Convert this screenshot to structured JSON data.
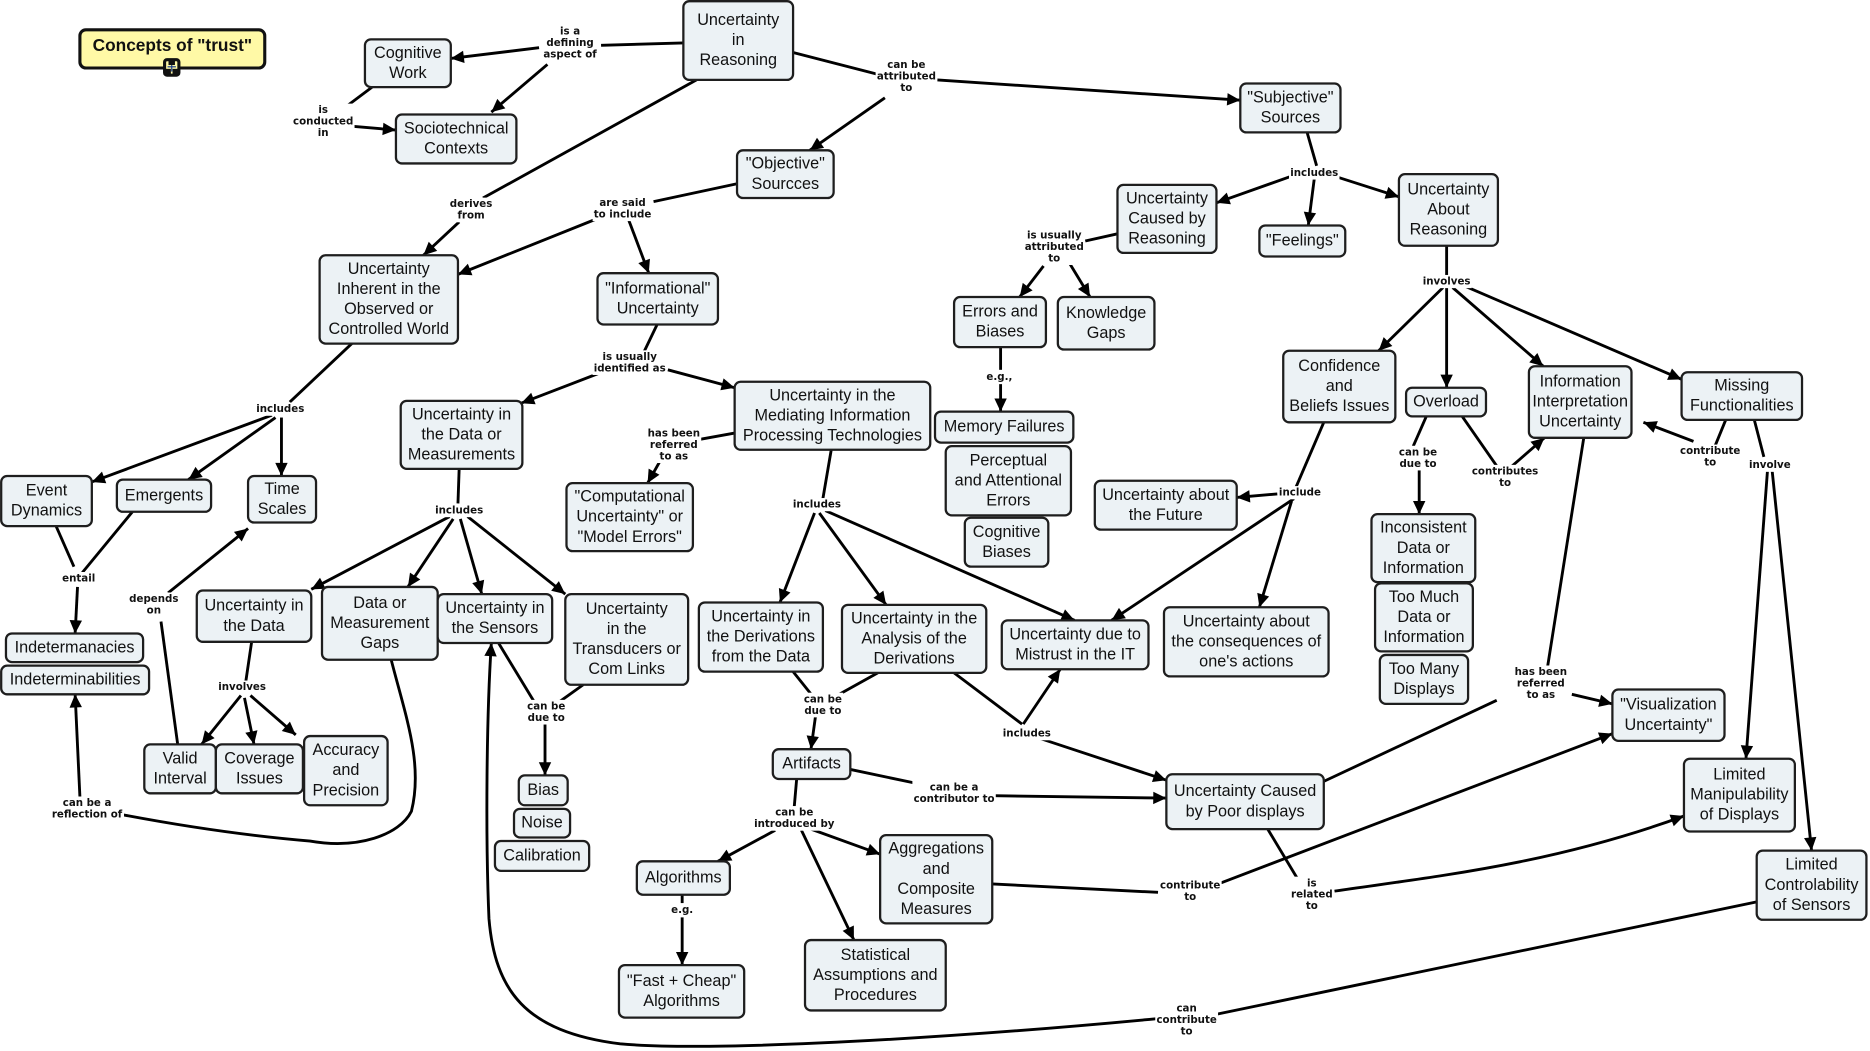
{
  "title": "Concepts of \"trust\"",
  "title_icon": "concept-map-icon",
  "colors": {
    "node_fill": "#ecf2f5",
    "node_border": "#1e1e1e",
    "title_fill": "#fff9a6",
    "link": "#000000"
  },
  "nodes": {
    "uir": "Uncertainty\nin\nReasoning",
    "cogwork": "Cognitive\nWork",
    "socio": "Sociotechnical\nContexts",
    "objective": "\"Objective\"\nSourcces",
    "subjective": "\"Subjective\"\nSources",
    "inherent": "Uncertainty\nInherent in the\nObserved or\nControlled World",
    "informational": "\"Informational\"\nUncertainty",
    "ucbr": "Uncertainty\nCaused by\nReasoning",
    "feelings": "\"Feelings\"",
    "uar": "Uncertainty\nAbout\nReasoning",
    "errors": "Errors and\nBiases",
    "kgaps": "Knowledge\nGaps",
    "dataMeas": "Uncertainty in\nthe Data or\nMeasurements",
    "mediating": "Uncertainty in the\nMediating Information\nProcessing Technologies",
    "compu": "\"Computational\nUncertainty\" or\n\"Model Errors\"",
    "memory": "Memory Failures",
    "percept": "Perceptual\nand Attentional\nErrors",
    "cogbias": "Cognitive\nBiases",
    "confidence": "Confidence\nand\nBeliefs Issues",
    "overload": "Overload",
    "iiu": "Information\nInterpretation\nUncertainty",
    "missing": "Missing\nFunctionalities",
    "futureUnc": "Uncertainty about\nthe Future",
    "event": "Event\nDynamics",
    "emergents": "Emergents",
    "time": "Time\nScales",
    "inconsistent": "Inconsistent\nData or\nInformation",
    "toomuch": "Too Much\nData or\nInformation",
    "toomany": "Too Many\nDisplays",
    "mistrust": "Uncertainty due to\nMistrust in the IT",
    "consequences": "Uncertainty about\nthe consequences of\none's actions",
    "uData": "Uncertainty in\nthe Data",
    "gaps": "Data or\nMeasurement\nGaps",
    "sensors": "Uncertainty in\nthe Sensors",
    "transducers": "Uncertainty\nin the\nTransducers or\nCom Links",
    "derivations": "Uncertainty in\nthe Derivations\nfrom the Data",
    "analysis": "Uncertainty in the\nAnalysis of the\nDerivations",
    "indet1": "Indetermanacies",
    "indet2": "Indeterminabilities",
    "valid": "Valid\nInterval",
    "coverage": "Coverage\nIssues",
    "accuracy": "Accuracy\nand\nPrecision",
    "bias": "Bias",
    "noise": "Noise",
    "calibration": "Calibration",
    "visualization": "\"Visualization\nUncertainty\"",
    "artifacts": "Artifacts",
    "poordisplays": "Uncertainty Caused\nby Poor displays",
    "limitedmanip": "Limited\nManipulability\nof Displays",
    "algorithms": "Algorithms",
    "aggregations": "Aggregations\nand\nComposite\nMeasures",
    "controllability": "Limited\nControlability\nof Sensors",
    "fastcheap": "\"Fast + Cheap\"\nAlgorithms",
    "statistical": "Statistical\nAssumptions and\nProcedures"
  },
  "links": {
    "defining": "is a\ndefining\naspect of",
    "conducted": "is\nconducted\nin",
    "attributed": "can be\nattributed\nto",
    "derives": "derives\nfrom",
    "saidinclude": "are said\nto include",
    "subj_includes": "includes",
    "usuallyattr": "is usually\nattributed\nto",
    "involves_uar": "involves",
    "eg_errors": "e.g.,",
    "identified": "is usually\nidentified as",
    "inh_includes": "includes",
    "referred_med": "has been\nreferred\nto as",
    "dm_includes": "includes",
    "med_includes": "includes",
    "conf_include": "include",
    "overload_due": "can be\ndue to",
    "contributes_iiu": "contributes\nto",
    "contribute_missing": "contribute\nto",
    "involve_missing": "involve",
    "entail": "entail",
    "depends": "depends\non",
    "ud_involves": "involves",
    "sensors_due": "can be\ndue to",
    "deriv_due": "can be\ndue to",
    "analysis_includes": "includes",
    "referred_iiu": "has been\nreferred\nto as",
    "reflection": "can be a\nreflection  of",
    "contributor": "can be a\ncontributor to",
    "introduced": "can be\nintroduced by",
    "eg_alg": "e.g.",
    "agg_contribute": "contribute\nto",
    "related": "is\nrelated\nto",
    "can_contribute": "can\ncontribute\nto"
  }
}
